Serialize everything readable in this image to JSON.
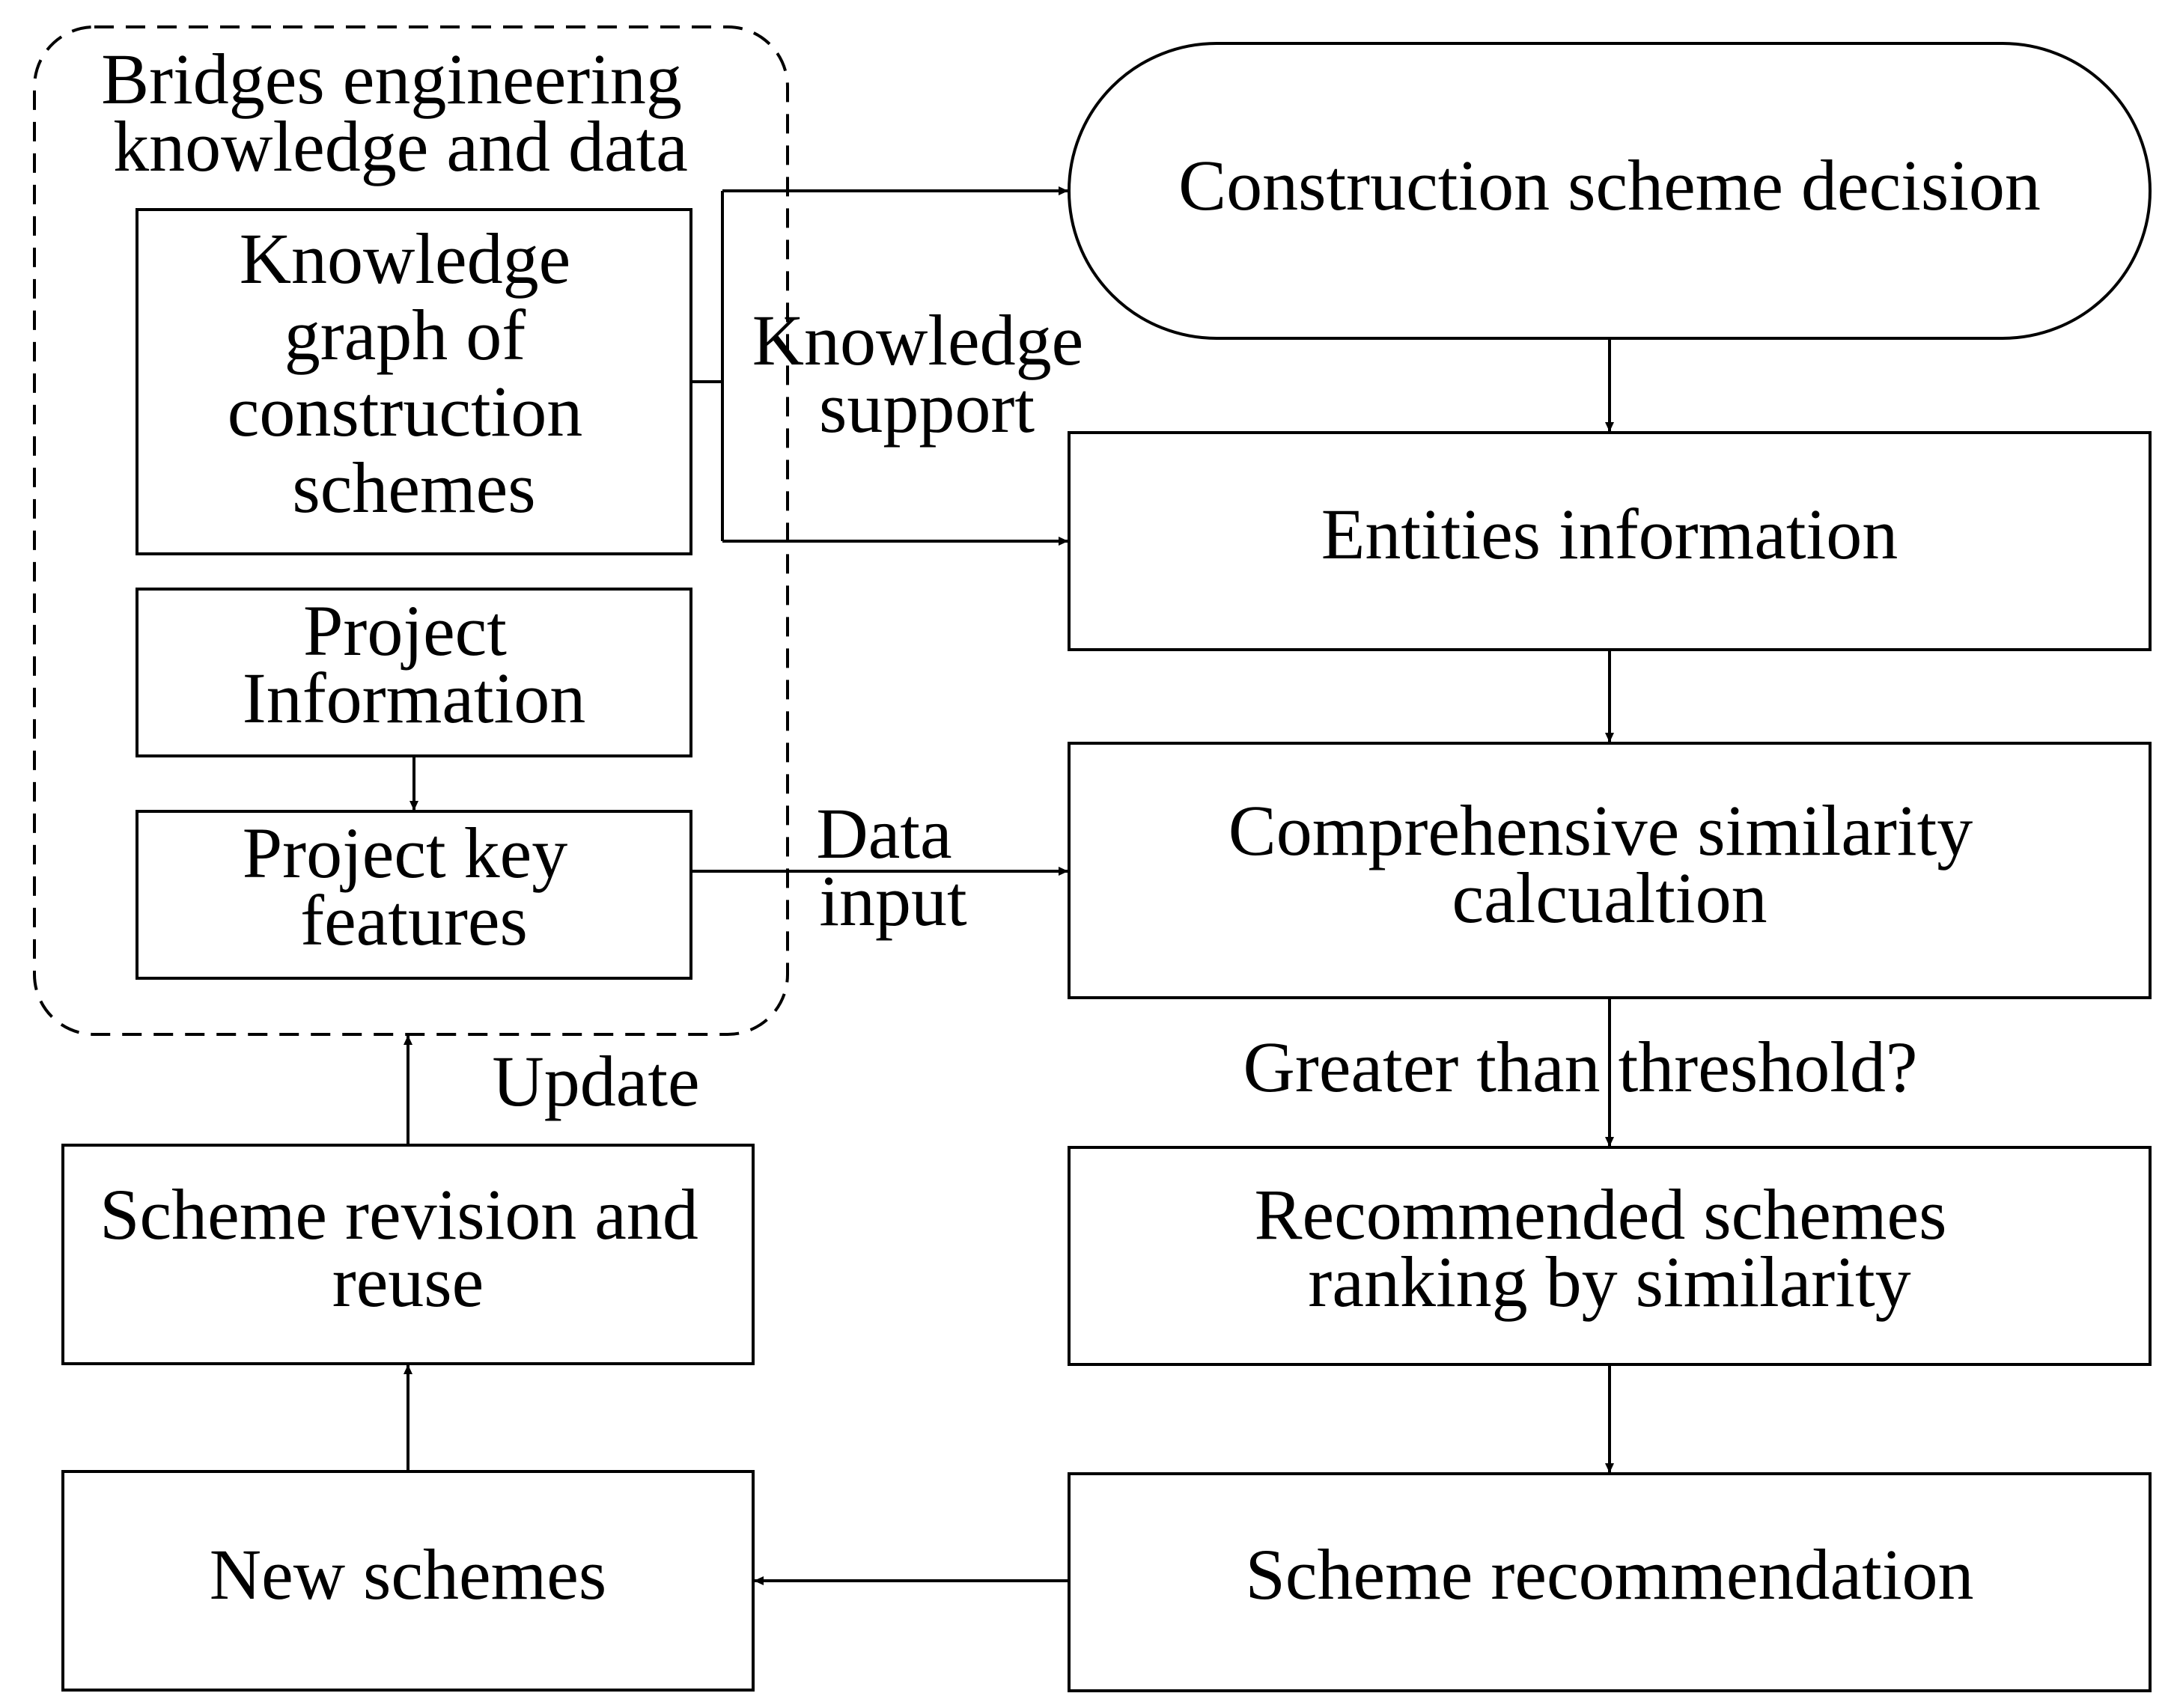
{
  "group": {
    "title_lines": [
      "Bridges engineering",
      "knowledge and data"
    ]
  },
  "boxes": {
    "knowledge_graph": [
      "Knowledge",
      "graph of",
      "construction",
      "schemes"
    ],
    "project_information": [
      "Project",
      "Information"
    ],
    "project_key_features": [
      "Project key",
      "features"
    ],
    "construction_scheme_decision": [
      "Construction scheme decision"
    ],
    "entities_information": [
      "Entities information"
    ],
    "comprehensive_similarity": [
      "Comprehensive similarity",
      "calcualtion"
    ],
    "recommended_schemes": [
      "Recommended schemes",
      "ranking by similarity"
    ],
    "scheme_recommendation": [
      "Scheme recommendation"
    ],
    "new_schemes": [
      "New schemes"
    ],
    "scheme_revision": [
      "Scheme revision and",
      "reuse"
    ]
  },
  "edge_labels": {
    "knowledge_support": [
      "Knowledge",
      "support"
    ],
    "data_input": [
      "Data",
      "input"
    ],
    "threshold": [
      "Greater than threshold?"
    ],
    "update": [
      "Update"
    ]
  },
  "colors": {
    "stroke": "#000000",
    "background": "#ffffff"
  }
}
